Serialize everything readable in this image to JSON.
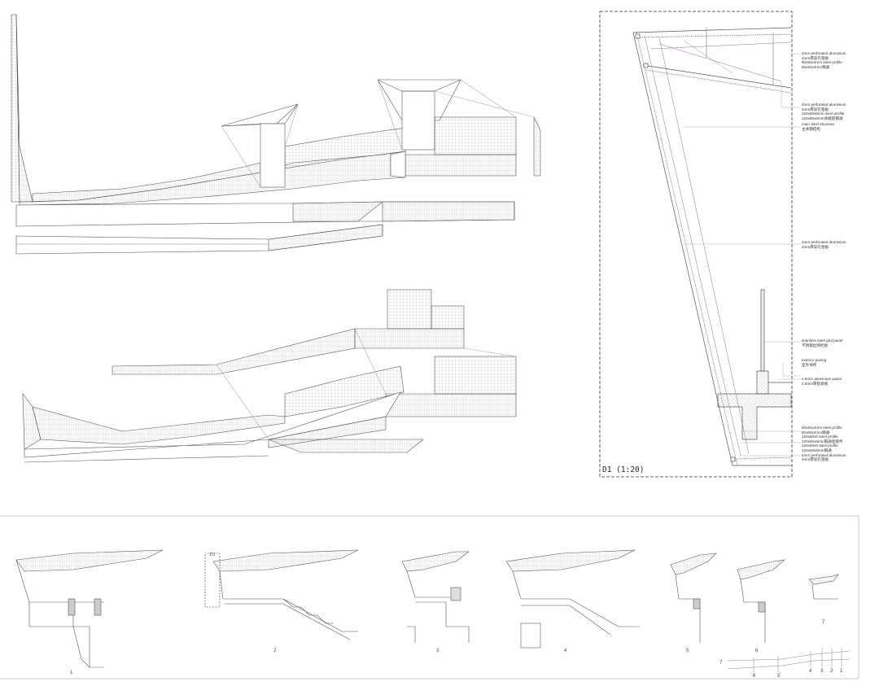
{
  "detail": {
    "title": "D1 (1:20)",
    "labels": [
      {
        "en": "4mm perforated aluminium",
        "cn": "4mm厚穿孔铝板",
        "en2": "60x60x4mm steel profile",
        "cn2": "60x60x4mm钢通"
      },
      {
        "en": "4mm perforated aluminium",
        "cn": "4mm厚穿孔铝板",
        "en2": "120x60x6mm steel profile",
        "cn2": "120x60x6mm承载铝钢通"
      },
      {
        "en": "main steel structure",
        "cn": "主体钢结构"
      },
      {
        "en": "4mm perforated aluminium",
        "cn": "4mm厚穿孔铝板"
      },
      {
        "en": "stainless steel grid panel",
        "cn": "不锈钢丝网栏板"
      },
      {
        "en": "exterior paving",
        "cn": "室外地坪"
      },
      {
        "en": "2.5mm aluminium panel",
        "cn": "2.5mm厚铝单板"
      },
      {
        "en": "60x60x4mm steel profile",
        "cn": "60x60x4mm钢通",
        "en2": "120x60x6 steel profile",
        "cn2": "120x60x6mm钢通连接件",
        "en3": "120x60x6 steel profile",
        "cn3": "120x60x6mm钢通",
        "en4": "4mm perforated aluminium",
        "cn4": "4mm厚穿孔铝板"
      }
    ]
  },
  "sections": {
    "numbers": [
      "1",
      "2",
      "3",
      "4",
      "5",
      "6",
      "7"
    ],
    "key_plan_numbers": [
      "7",
      "6",
      "5",
      "4",
      "3",
      "2",
      "1"
    ],
    "d1_tag": "D1"
  },
  "colors": {
    "line": "#555555",
    "hatch": "#8c8c8c",
    "accent": "#8a6fa0",
    "frame": "#333333"
  }
}
